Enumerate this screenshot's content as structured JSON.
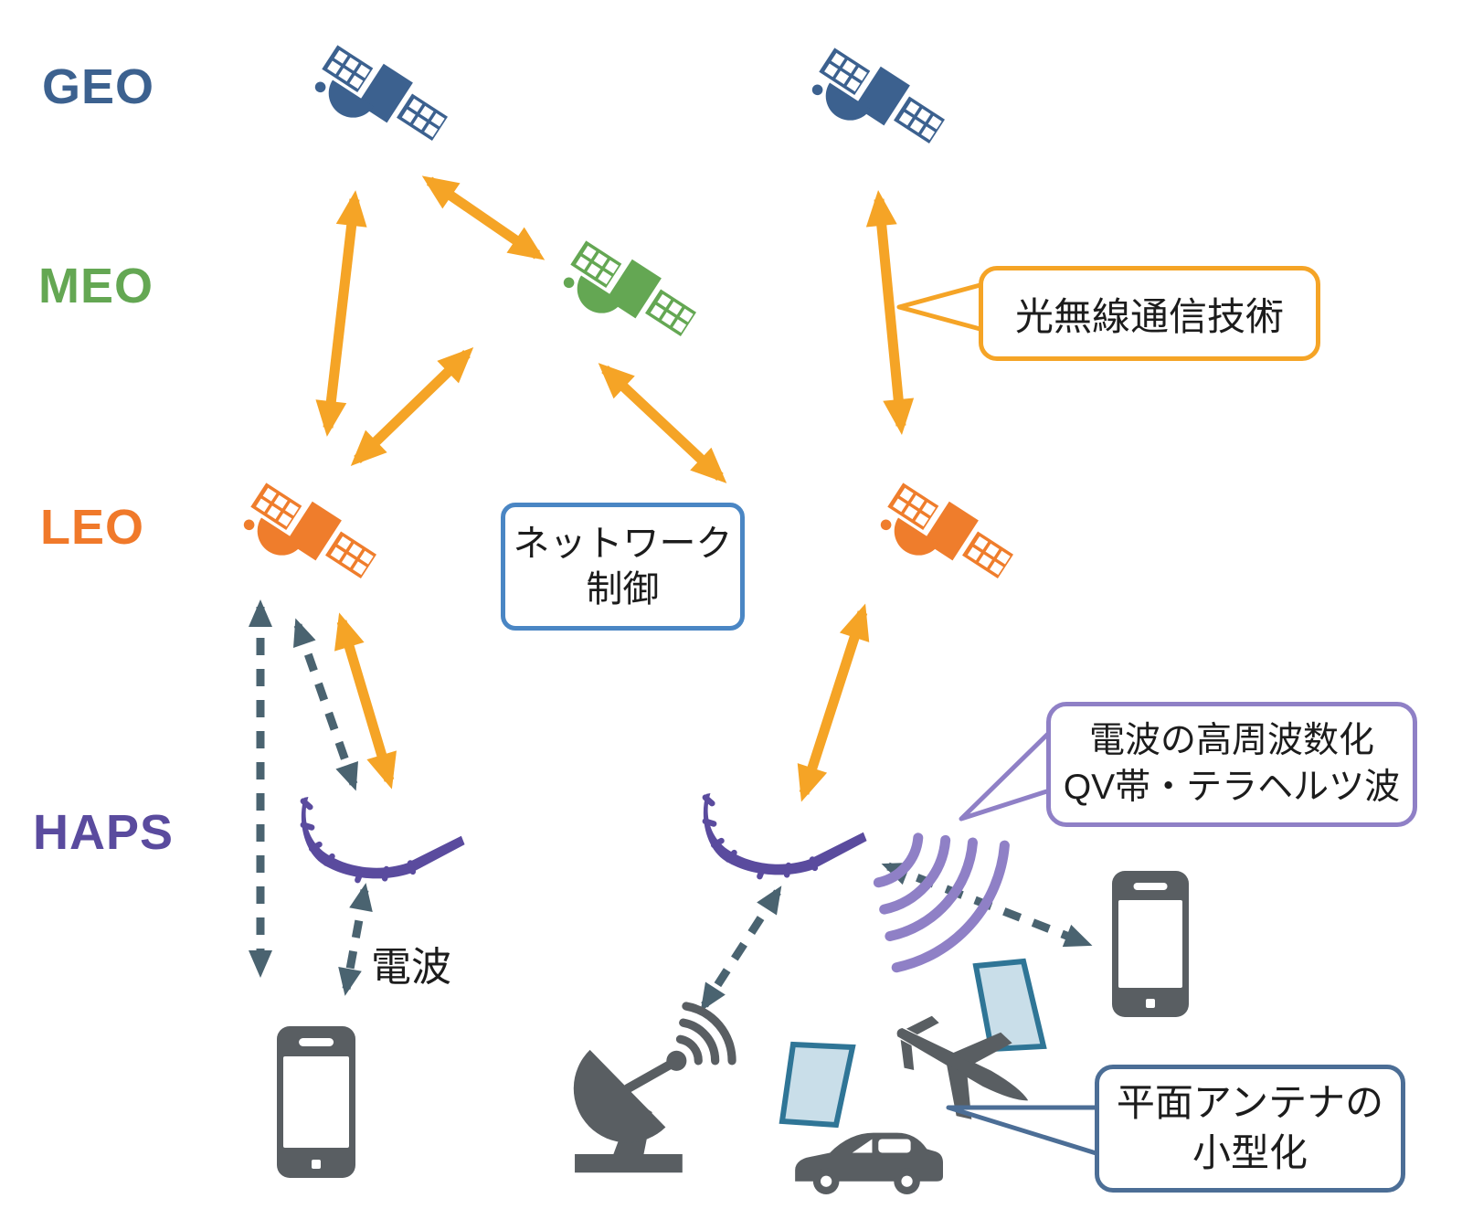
{
  "diagram": {
    "layers": [
      {
        "label": "GEO",
        "color": "#3C618F"
      },
      {
        "label": "MEO",
        "color": "#64A753"
      },
      {
        "label": "LEO",
        "color": "#F0792A"
      },
      {
        "label": "HAPS",
        "color": "#5A4B9E"
      }
    ],
    "callouts": {
      "optical": {
        "text": "光無線通信技術",
        "border_color": "#F5A426"
      },
      "network": {
        "line1": "ネットワーク",
        "line2": "制御",
        "border_color": "#4A86C4"
      },
      "high_freq": {
        "line1": "電波の高周波数化",
        "line2": "QV帯・テラヘルツ波",
        "border_color": "#8F80C6"
      },
      "flat_antenna": {
        "line1": "平面アンテナの",
        "line2": "小型化",
        "border_color": "#4C6E96"
      }
    },
    "labels": {
      "radio_wave": "電波"
    },
    "colors": {
      "optical_link_arrow": "#F5A426",
      "radio_link_arrow": "#4A6370",
      "device_gray": "#595E62",
      "panel_fill": "#C9DEE9",
      "panel_border": "#2F7596",
      "wave_purple": "#8F80C6",
      "background": "#FFFFFF"
    },
    "icons": [
      "geo-satellite-icon",
      "meo-satellite-icon",
      "leo-satellite-icon",
      "haps-aircraft-icon",
      "smartphone-icon",
      "ground-station-icon",
      "car-icon",
      "airplane-icon",
      "flat-panel-antenna-icon",
      "radio-wave-icon",
      "wifi-icon"
    ]
  }
}
